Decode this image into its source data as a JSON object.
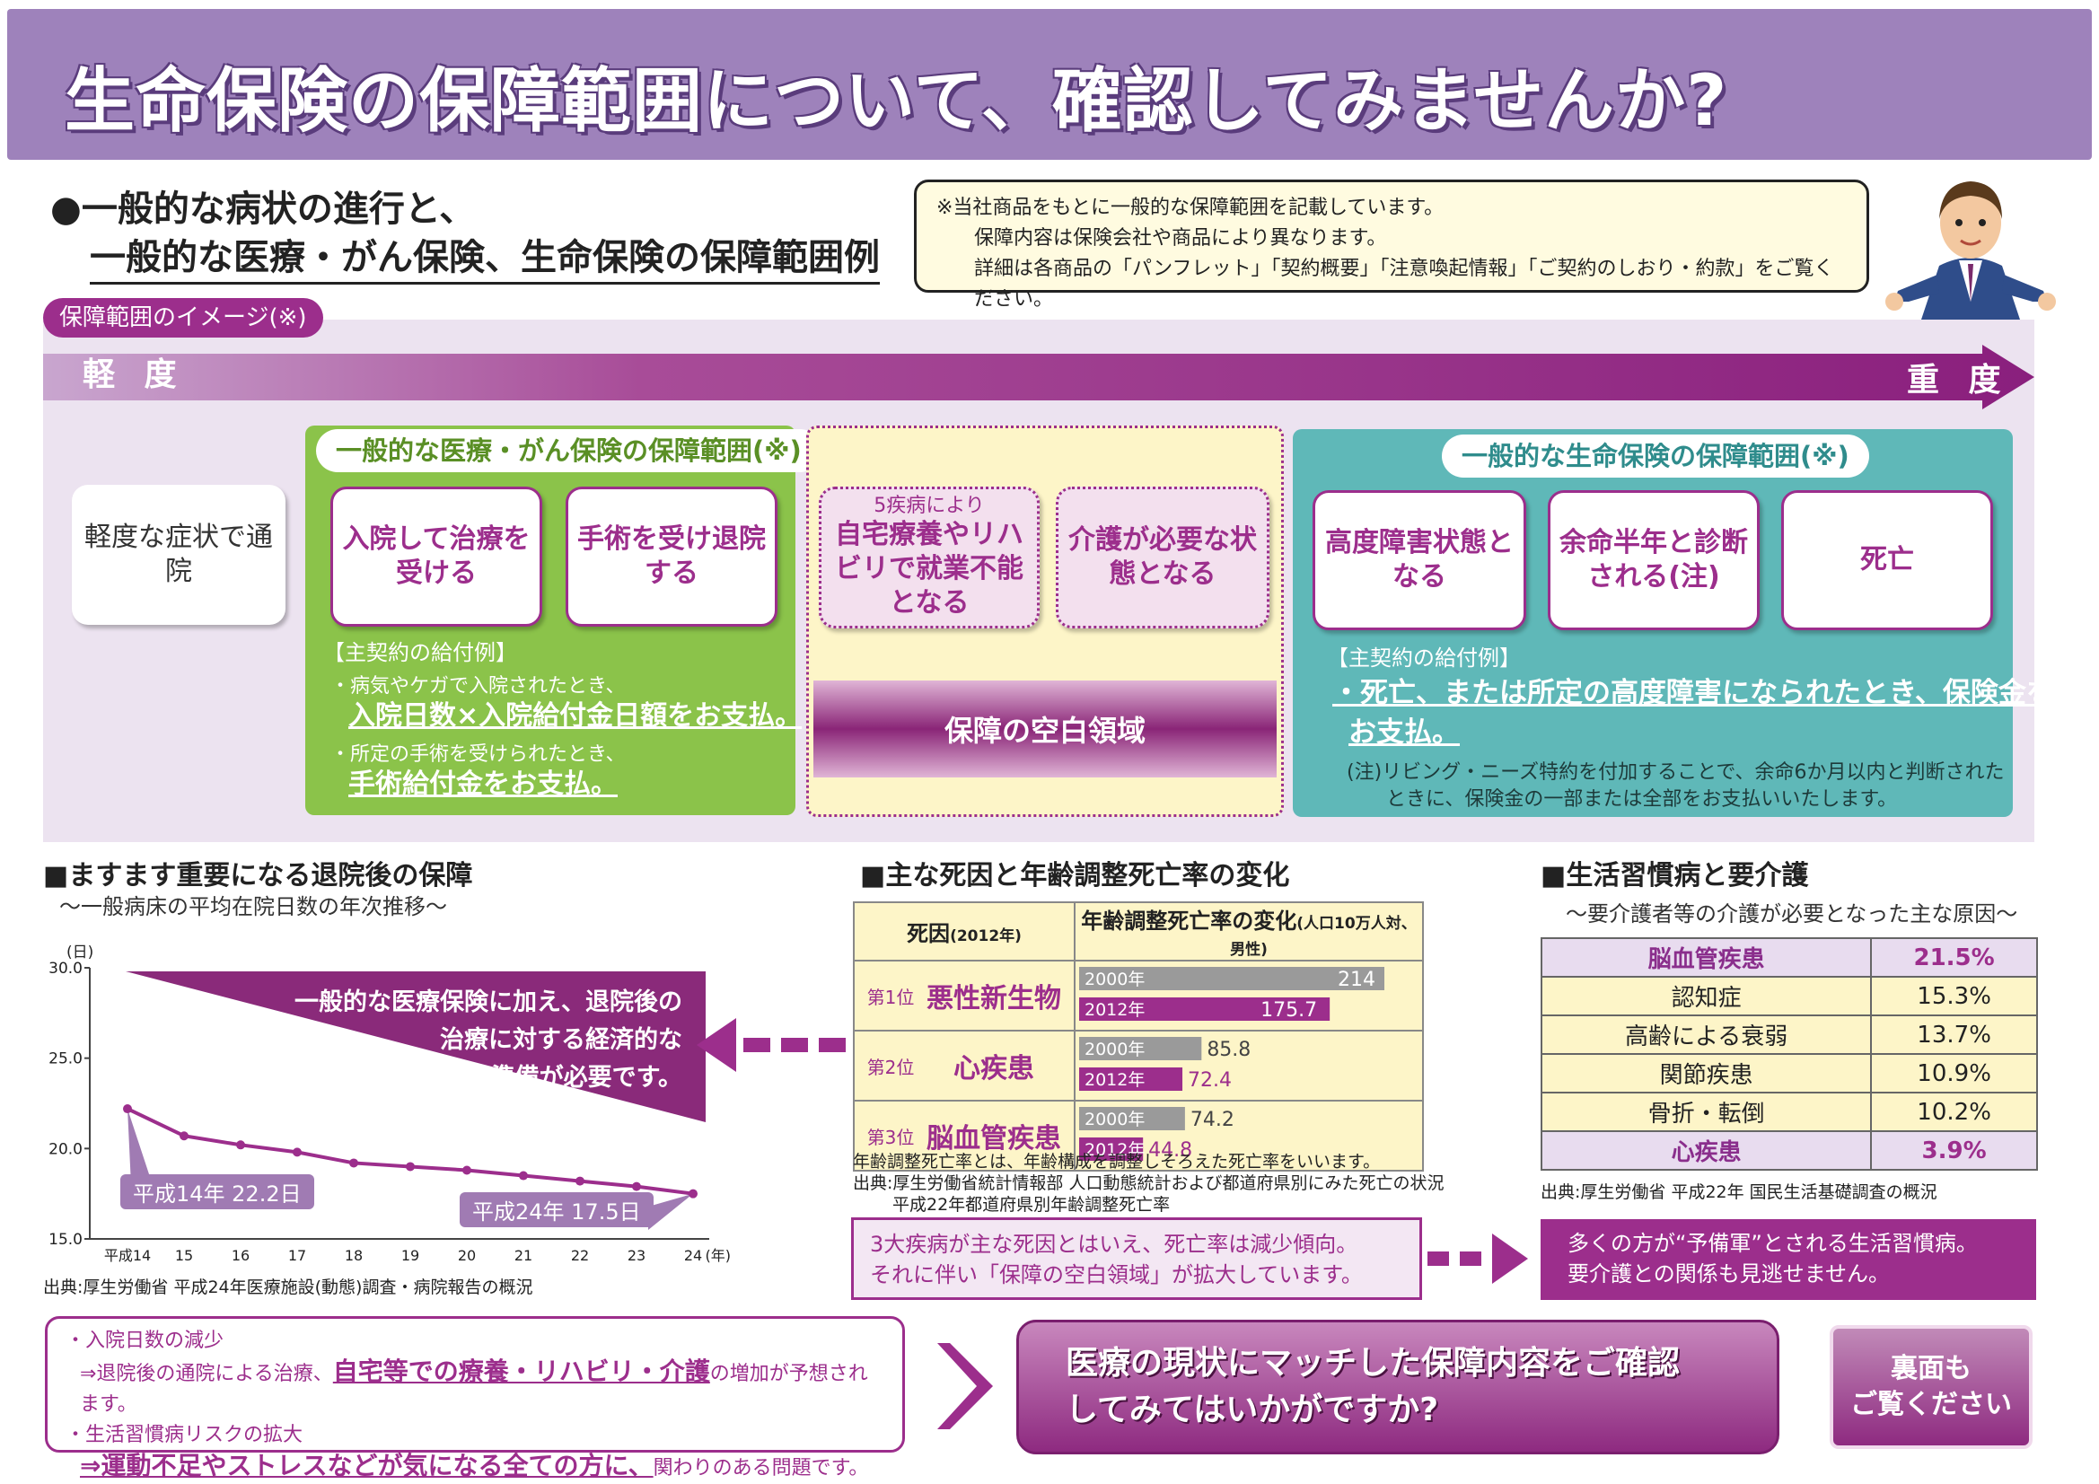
{
  "header": {
    "title": "生命保険の保障範囲について、確認してみませんか?"
  },
  "section": {
    "heading_line1": "●一般的な病状の進行と、",
    "heading_line2": "一般的な医療・がん保険、生命保険の保障範囲例",
    "note_lines": [
      "※当社商品をもとに一般的な保障範囲を記載しています。",
      "保障内容は保険会社や商品により異なります。",
      "詳細は各商品の「パンフレット」「契約概要」「注意喚起情報」「ご契約のしおり・約款」をご覧ください。"
    ],
    "image_tag": "保障範囲のイメージ(※)",
    "light_label": "軽 度",
    "heavy_label": "重 度"
  },
  "stages": {
    "mild": "軽度な症状で通院",
    "medical_title": "一般的な医療・がん保険の保障範囲(※)",
    "hospital": "入院して治療を受ける",
    "surgery": "手術を受け退院する",
    "home_small": "5疾病により",
    "home": "自宅療養やリハビリで就業不能となる",
    "care": "介護が必要な状態となる",
    "gap": "保障の空白領域",
    "life_title": "一般的な生命保険の保障範囲(※)",
    "disability": "高度障害状態となる",
    "remaining": "余命半年と診断される(注)",
    "death": "死亡"
  },
  "medical_benefits": {
    "label": "【主契約の給付例】",
    "item1_pre": "・病気やケガで入院されたとき、",
    "item1_main": "入院日数×入院給付金日額をお支払。",
    "item2_pre": "・所定の手術を受けられたとき、",
    "item2_main": "手術給付金をお支払。"
  },
  "life_benefits": {
    "label": "【主契約の給付例】",
    "item1_a": "・死亡、または所定の高度障害になられたとき、保険金を",
    "item1_b": "お支払。",
    "note_a": "(注)リビング・ニーズ特約を付加することで、余命6か月以内と判断された",
    "note_b": "ときに、保険金の一部または全部をお支払いいたします。"
  },
  "hospital_section": {
    "title": "■ますます重要になる退院後の保障",
    "subtitle": "〜一般病床の平均在院日数の年次推移〜",
    "unit": "(日)",
    "message_lines": [
      "一般的な医療保険に加え、退院後の",
      "治療に対する経済的な",
      "準備が必要です。"
    ],
    "label_start": "平成14年 22.2日",
    "label_end": "平成24年 17.5日",
    "x_suffix": "(年)",
    "source": "出典:厚生労働省 平成24年医療施設(動態)調査・病院報告の概況"
  },
  "chart_data": {
    "type": "line",
    "x": [
      "平成14",
      "15",
      "16",
      "17",
      "18",
      "19",
      "20",
      "21",
      "22",
      "23",
      "24"
    ],
    "series": [
      {
        "values": [
          22.2,
          20.7,
          20.2,
          19.8,
          19.2,
          19.0,
          18.8,
          18.5,
          18.2,
          17.9,
          17.5
        ]
      }
    ],
    "yticks": [
      "30.0",
      "25.0",
      "20.0",
      "15.0"
    ],
    "ylim": [
      15,
      30
    ],
    "xlabel": "",
    "ylabel": "(日)",
    "title": "",
    "grid": false
  },
  "death_section": {
    "title": "■主な死因と年齢調整死亡率の変化",
    "col1": "死因",
    "col1_small": "(2012年)",
    "col2": "年齢調整死亡率の変化",
    "col2_small": "(人口10万人対、男性)",
    "rows": [
      {
        "rank": "第1位",
        "cause": "悪性新生物",
        "y2000": "2000年",
        "v2000": 214,
        "v2000_label": "214",
        "y2012": "2012年",
        "v2012": 175.7,
        "v2012_label": "175.7"
      },
      {
        "rank": "第2位",
        "cause": "心疾患",
        "y2000": "2000年",
        "v2000": 85.8,
        "v2000_label": "85.8",
        "y2012": "2012年",
        "v2012": 72.4,
        "v2012_label": "72.4"
      },
      {
        "rank": "第3位",
        "cause": "脳血管疾患",
        "y2000": "2000年",
        "v2000": 74.2,
        "v2000_label": "74.2",
        "y2012": "2012年",
        "v2012": 44.8,
        "v2012_label": "44.8"
      }
    ],
    "note1": "年齢調整死亡率とは、年齢構成を調整しそろえた死亡率をいいます。",
    "note2": "出典:厚生労働省統計情報部 人口動態統計および都道府県別にみた死亡の状況",
    "note3": "平成22年都道府県別年齢調整死亡率",
    "message_lines": [
      "3大疾病が主な死因とはいえ、死亡率は減少傾向。",
      "それに伴い「保障の空白領域」が拡大しています。"
    ]
  },
  "lifestyle_section": {
    "title": "■生活習慣病と要介護",
    "subtitle": "〜要介護者等の介護が必要となった主な原因〜",
    "rows": [
      {
        "cause": "脳血管疾患",
        "pct": "21.5%"
      },
      {
        "cause": "認知症",
        "pct": "15.3%"
      },
      {
        "cause": "高齢による衰弱",
        "pct": "13.7%"
      },
      {
        "cause": "関節疾患",
        "pct": "10.9%"
      },
      {
        "cause": "骨折・転倒",
        "pct": "10.2%"
      },
      {
        "cause": "心疾患",
        "pct": "3.9%"
      }
    ],
    "source": "出典:厚生労働省 平成22年 国民生活基礎調査の概況",
    "message_lines": [
      "多くの方が“予備軍”とされる生活習慣病。",
      "要介護との関係も見逃せません。"
    ]
  },
  "footer": {
    "line1": "・入院日数の減少",
    "line2_pre": "⇒退院後の通院による治療、",
    "line2_main": "自宅等での療養・リハビリ・介護",
    "line2_post": "の増加が予想されます。",
    "line3": "・生活習慣病リスクの拡大",
    "line4_main": "⇒運動不足やストレスなどが気になる全ての方に、",
    "line4_post": "関わりのある問題です。",
    "cta_line1": "医療の現状にマッチした保障内容をご確認",
    "cta_line2": "してみてはいかがですか?",
    "back_line1": "裏面も",
    "back_line2": "ご覧ください"
  },
  "colors": {
    "primary": "#9c2e8c",
    "header": "#9e82bb",
    "green": "#8bc34a",
    "teal": "#5fb8b8",
    "cream": "#fdf5c8"
  }
}
